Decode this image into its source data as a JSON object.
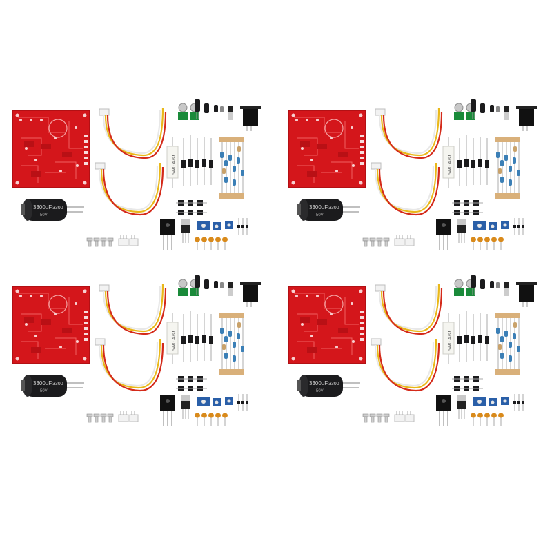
{
  "capacitor_label_main": "3300uF",
  "capacitor_label_second": "3300",
  "capacitor_label_voltage": "50V",
  "resistor_label": "5W0.47Ω",
  "colors": {
    "pcb_red": "#d4161b",
    "pcb_trace": "#f06060",
    "capacitor_black": "#1b1b1d",
    "wire_red": "#d42a1a",
    "wire_yellow": "#e9b81a",
    "wire_white": "#e8e8e8",
    "trimmer_blue": "#2a5fa8",
    "film_tan": "#d9b07a",
    "ceramic_orange": "#d98a1b",
    "background": "#ffffff"
  },
  "kits": [
    {
      "id": "kit-1"
    },
    {
      "id": "kit-2"
    },
    {
      "id": "kit-3"
    },
    {
      "id": "kit-4"
    }
  ]
}
